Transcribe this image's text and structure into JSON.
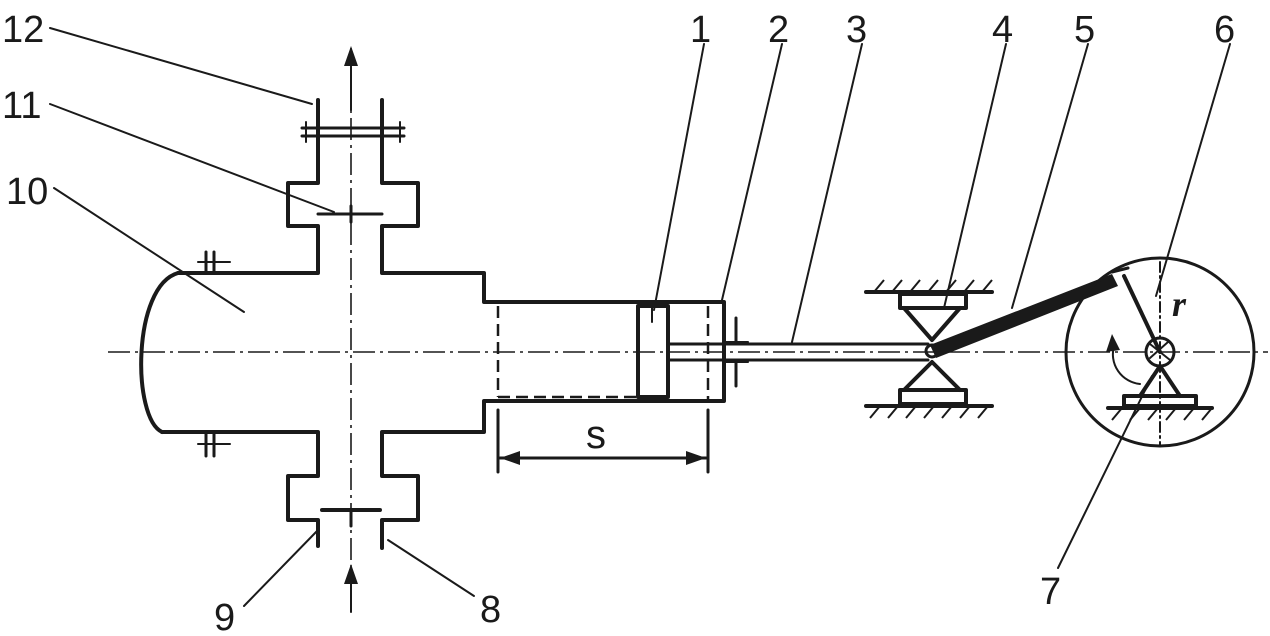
{
  "labels": {
    "n1": "1",
    "n2": "2",
    "n3": "3",
    "n4": "4",
    "n5": "5",
    "n6": "6",
    "n7": "7",
    "n8": "8",
    "n9": "9",
    "n10": "10",
    "n11": "11",
    "n12": "12",
    "stroke": "s",
    "radius": "r"
  },
  "colors": {
    "ink": "#1a1a1a",
    "background": "#ffffff"
  }
}
